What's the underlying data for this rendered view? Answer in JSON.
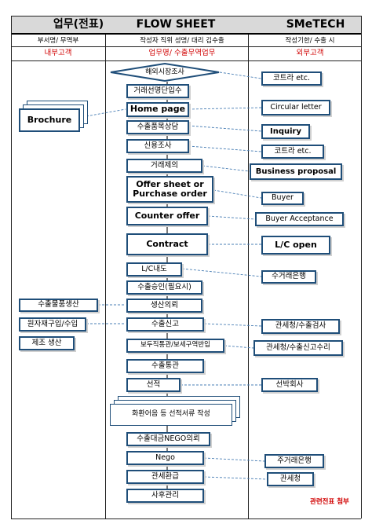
{
  "header": {
    "col1": "업무(전표)",
    "col2": "FLOW SHEET",
    "col3": "SMeTECH"
  },
  "subheader": {
    "col1": "부서명/ 무역부",
    "col2": "작성자 직위 성명/ 대리 김수출",
    "col3": "작성기한/ 수출 시"
  },
  "section_labels": {
    "left": "내부고객",
    "center": "업무명/ 수출무역업무",
    "right": "외부고객"
  },
  "center_steps": [
    "해외시장조사",
    "거래선명단입수",
    "Home page",
    "수출품목상담",
    "신용조사",
    "거래제의",
    "Offer sheet or Purchase order",
    "Counter offer",
    "Contract",
    "L/C내도",
    "수출승인(필요시)",
    "생산의뢰",
    "수출신고",
    "보두직통관/보세구역반입",
    "수출통관",
    "선적",
    "화환어음 등 선적서류 작성",
    "수출대금NEGO의뢰",
    "Nego",
    "관세환급",
    "사후관리"
  ],
  "left_items": [
    "Brochure",
    "수출물품생산",
    "원자재구입/수입",
    "제조 생산"
  ],
  "right_items": [
    "코트라 etc.",
    "Circular letter",
    "Inquiry",
    "코트라 etc.",
    "Business proposal",
    "Buyer",
    "Buyer Acceptance",
    "L/C open",
    "수거래은행",
    "관세청/수출검사",
    "관세청/수출신고수리",
    "선박회사",
    "주거래은행",
    "관세청"
  ],
  "footer": "관련전표 첨부",
  "colors": {
    "box_border": "#1f4e79",
    "accent_red": "#d00000",
    "header_bg": "#d9d9d9"
  }
}
